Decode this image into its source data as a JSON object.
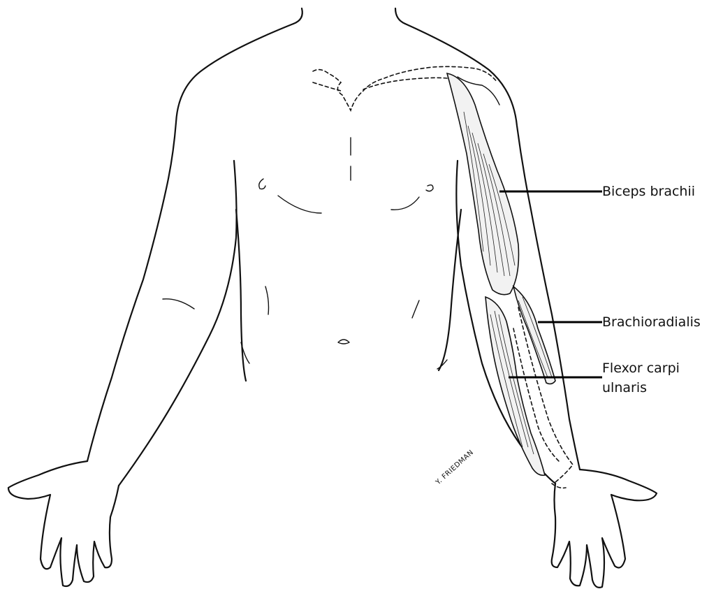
{
  "labels": {
    "biceps": "Biceps brachii",
    "brachioradialis": "Brachioradialis",
    "flexor_line1": "Flexor carpi",
    "flexor_line2": "ulnaris"
  },
  "signature": "Y. FRIEDMAN"
}
